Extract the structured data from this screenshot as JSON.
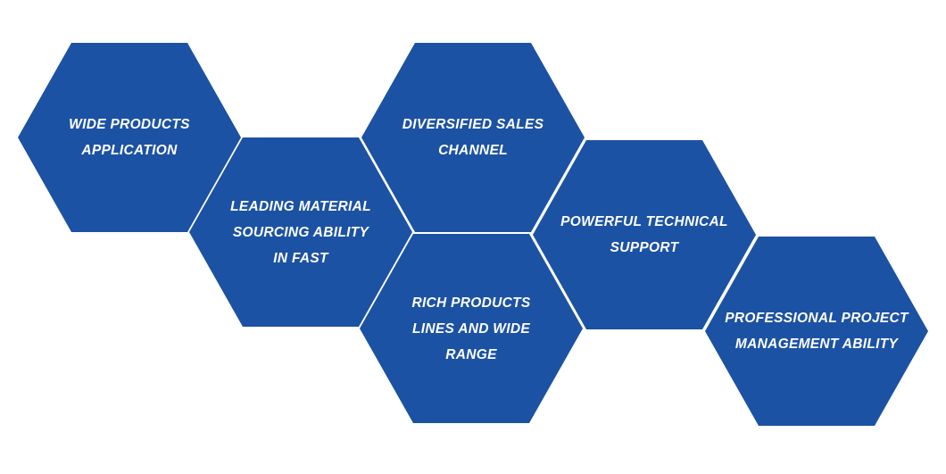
{
  "theme": {
    "hex_color": "#1c52a3",
    "text_color": "#ffffff",
    "background": "#ffffff"
  },
  "hexagons": [
    {
      "lines": [
        "WIDE PRODUCTS",
        "APPLICATION"
      ]
    },
    {
      "lines": [
        "LEADING MATERIAL",
        "SOURCING ABILITY",
        "IN FAST"
      ]
    },
    {
      "lines": [
        "DIVERSIFIED SALES",
        "CHANNEL"
      ]
    },
    {
      "lines": [
        "RICH PRODUCTS",
        "LINES AND WIDE",
        "RANGE"
      ]
    },
    {
      "lines": [
        "POWERFUL TECHNICAL",
        "SUPPORT"
      ]
    },
    {
      "lines": [
        "PROFESSIONAL PROJECT",
        "MANAGEMENT ABILITY"
      ]
    }
  ]
}
